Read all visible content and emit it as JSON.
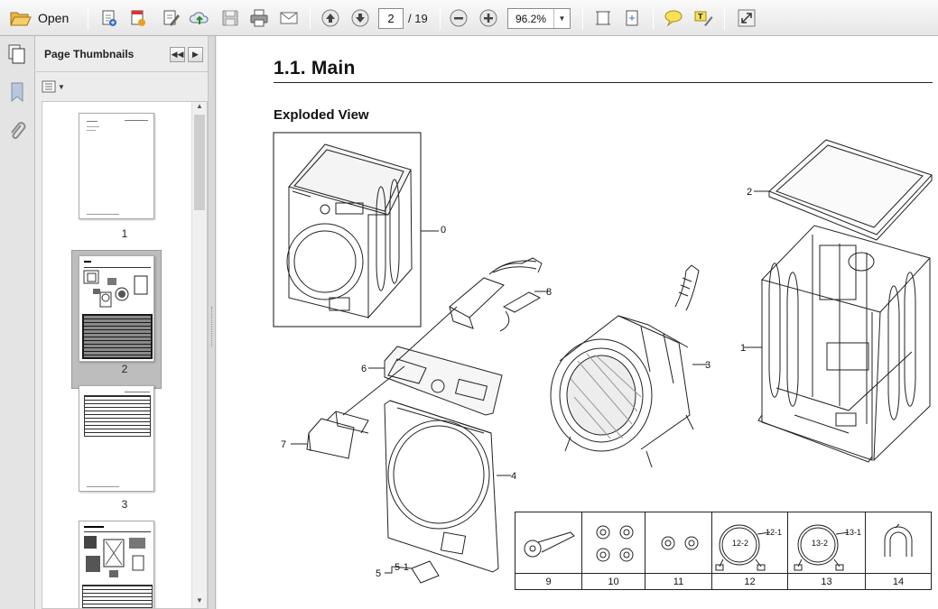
{
  "toolbar": {
    "open_label": "Open",
    "current_page": "2",
    "page_total": "/ 19",
    "zoom": "96.2%"
  },
  "thumbnails_panel": {
    "title": "Page Thumbnails",
    "pages": [
      {
        "number": "1"
      },
      {
        "number": "2",
        "selected": true
      },
      {
        "number": "3"
      },
      {
        "number": ""
      }
    ]
  },
  "document": {
    "section_title": "1.1.   Main",
    "subsection_title": "Exploded View",
    "callouts": {
      "c0": "0",
      "c1": "1",
      "c2": "2",
      "c3": "3",
      "c4": "4",
      "c5": "5",
      "c5_1": "5-1",
      "c6": "6",
      "c7": "7",
      "c8": "8"
    },
    "accessories": [
      {
        "number": "9"
      },
      {
        "number": "10"
      },
      {
        "number": "11"
      },
      {
        "number": "12",
        "labels": [
          "12-1",
          "12-2"
        ]
      },
      {
        "number": "13",
        "labels": [
          "13-1",
          "13-2"
        ]
      },
      {
        "number": "14"
      }
    ]
  },
  "colors": {
    "toolbar_bg": "#e6e6e6",
    "panel_bg": "#ececec",
    "selection": "#bdbdbd",
    "page_bg": "#ffffff"
  }
}
